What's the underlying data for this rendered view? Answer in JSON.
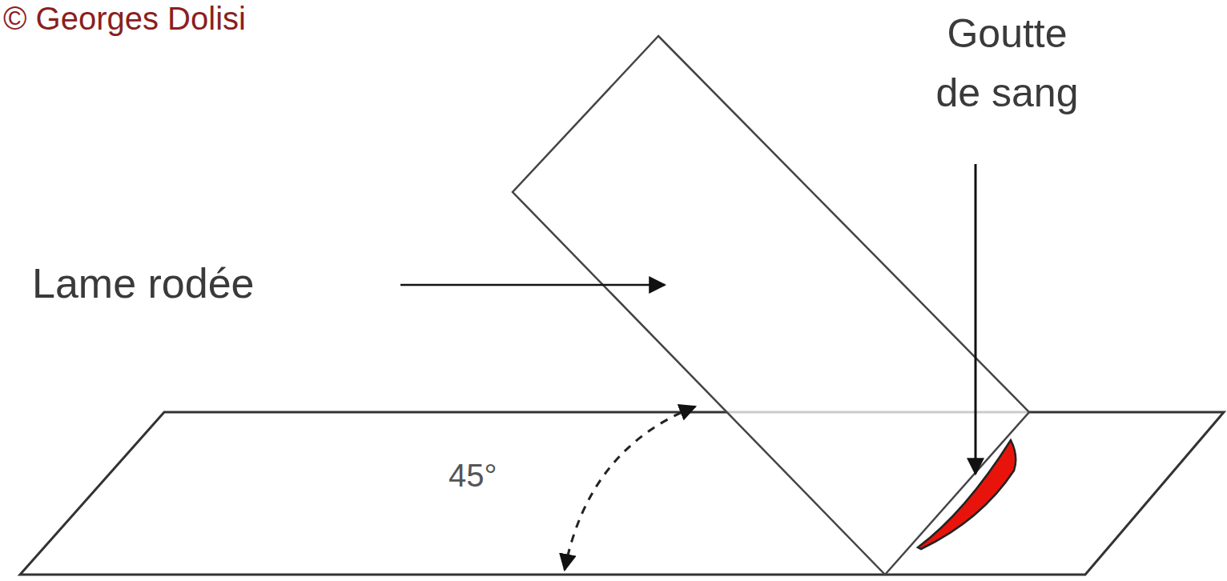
{
  "diagram": {
    "labels": [
      "© Georges Dolisi",
      "Goutte de sang",
      "Lame rodée",
      "45°"
    ]
  }
}
